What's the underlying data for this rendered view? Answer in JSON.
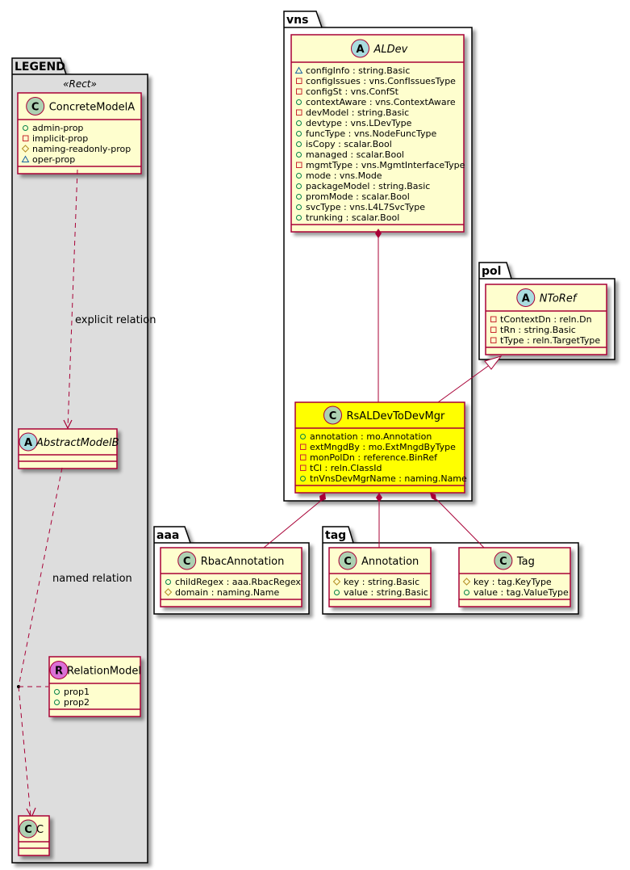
{
  "colors": {
    "class_fill": "#FEFECE",
    "highlight_fill": "#FFFF00",
    "border": "#A80036",
    "legend_bg": "#DDDDDD",
    "badge_class": "#ADD1B2",
    "badge_abstract": "#A9DCDF",
    "badge_relation": "#DA70D6",
    "vis_public": "#038048",
    "vis_private": "#C82930",
    "vis_protected": "#B38D22",
    "vis_package": "#1963A0"
  },
  "legend": {
    "package_label": "LEGEND",
    "stereotype": "«Rect»",
    "concrete": {
      "badge": "C",
      "name": "ConcreteModelA",
      "attrs": [
        {
          "vis": "public",
          "text": "admin-prop"
        },
        {
          "vis": "private",
          "text": "implicit-prop"
        },
        {
          "vis": "protected",
          "text": "naming-readonly-prop"
        },
        {
          "vis": "package",
          "text": "oper-prop"
        }
      ]
    },
    "explicit_relation_label": "explicit relation",
    "abstract": {
      "badge": "A",
      "name": "AbstractModelB"
    },
    "named_relation_label": "named relation",
    "relation_model": {
      "badge": "R",
      "name": "RelationModel",
      "attrs": [
        {
          "vis": "public",
          "text": "prop1"
        },
        {
          "vis": "public",
          "text": "prop2"
        }
      ]
    },
    "target": {
      "badge": "C",
      "name": "C"
    }
  },
  "packages": {
    "vns": {
      "label": "vns",
      "aldev": {
        "badge": "A",
        "name": "ALDev",
        "attrs": [
          {
            "vis": "package",
            "text": "configInfo : string.Basic"
          },
          {
            "vis": "private",
            "text": "configIssues : vns.ConfIssuesType"
          },
          {
            "vis": "private",
            "text": "configSt : vns.ConfSt"
          },
          {
            "vis": "public",
            "text": "contextAware : vns.ContextAware"
          },
          {
            "vis": "private",
            "text": "devModel : string.Basic"
          },
          {
            "vis": "public",
            "text": "devtype : vns.LDevType"
          },
          {
            "vis": "public",
            "text": "funcType : vns.NodeFuncType"
          },
          {
            "vis": "public",
            "text": "isCopy : scalar.Bool"
          },
          {
            "vis": "public",
            "text": "managed : scalar.Bool"
          },
          {
            "vis": "private",
            "text": "mgmtType : vns.MgmtInterfaceType"
          },
          {
            "vis": "public",
            "text": "mode : vns.Mode"
          },
          {
            "vis": "public",
            "text": "packageModel : string.Basic"
          },
          {
            "vis": "public",
            "text": "promMode : scalar.Bool"
          },
          {
            "vis": "public",
            "text": "svcType : vns.L4L7SvcType"
          },
          {
            "vis": "public",
            "text": "trunking : scalar.Bool"
          }
        ]
      },
      "rs": {
        "badge": "C",
        "name": "RsALDevToDevMgr",
        "attrs": [
          {
            "vis": "public",
            "text": "annotation : mo.Annotation"
          },
          {
            "vis": "private",
            "text": "extMngdBy : mo.ExtMngdByType"
          },
          {
            "vis": "private",
            "text": "monPolDn : reference.BinRef"
          },
          {
            "vis": "private",
            "text": "tCl : reln.ClassId"
          },
          {
            "vis": "public",
            "text": "tnVnsDevMgrName : naming.Name"
          }
        ]
      }
    },
    "pol": {
      "label": "pol",
      "ntoref": {
        "badge": "A",
        "name": "NToRef",
        "attrs": [
          {
            "vis": "private",
            "text": "tContextDn : reln.Dn"
          },
          {
            "vis": "private",
            "text": "tRn : string.Basic"
          },
          {
            "vis": "private",
            "text": "tType : reln.TargetType"
          }
        ]
      }
    },
    "aaa": {
      "label": "aaa",
      "rbac": {
        "badge": "C",
        "name": "RbacAnnotation",
        "attrs": [
          {
            "vis": "public",
            "text": "childRegex : aaa.RbacRegex"
          },
          {
            "vis": "protected",
            "text": "domain : naming.Name"
          }
        ]
      }
    },
    "tag": {
      "label": "tag",
      "annotation": {
        "badge": "C",
        "name": "Annotation",
        "attrs": [
          {
            "vis": "protected",
            "text": "key : string.Basic"
          },
          {
            "vis": "public",
            "text": "value : string.Basic"
          }
        ]
      },
      "tag": {
        "badge": "C",
        "name": "Tag",
        "attrs": [
          {
            "vis": "protected",
            "text": "key : tag.KeyType"
          },
          {
            "vis": "public",
            "text": "value : tag.ValueType"
          }
        ]
      }
    }
  }
}
